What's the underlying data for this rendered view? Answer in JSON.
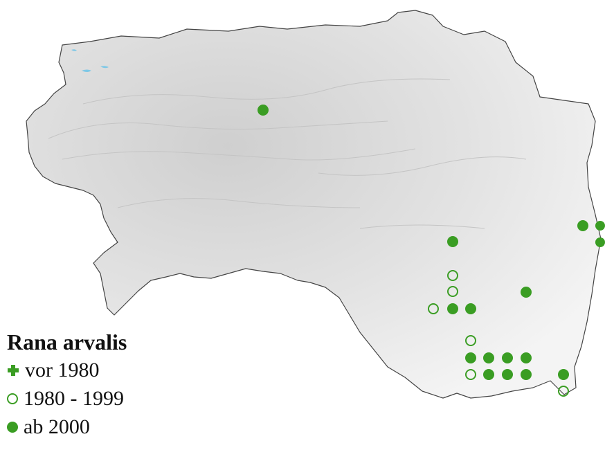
{
  "legend": {
    "title": "Rana arvalis",
    "items": [
      {
        "symbol": "cross",
        "label": "vor 1980"
      },
      {
        "symbol": "open-circle",
        "label": "1980 - 1999"
      },
      {
        "symbol": "filled-circle",
        "label": "ab 2000"
      }
    ]
  },
  "colors": {
    "marker": "#3a9d23",
    "terrain": "#e3e3e3",
    "lake": "#7fc8e6"
  }
}
